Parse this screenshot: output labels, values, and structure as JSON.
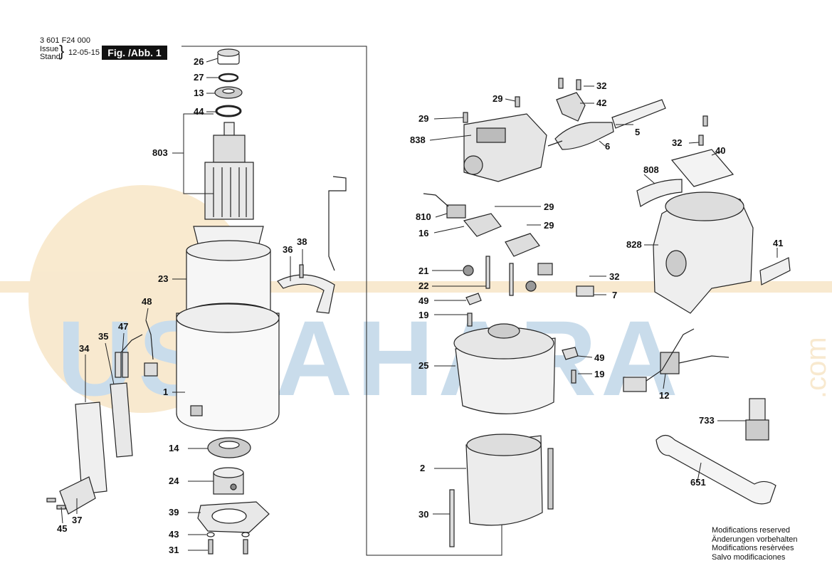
{
  "header": {
    "part_number": "3 601 F24 000",
    "issue_label": "Issue",
    "stand_label": "Stand",
    "issue_date": "12-05-15",
    "figure_label": "Fig. /Abb. 1"
  },
  "watermark": {
    "text": "USTAHARA",
    "suffix": ".com",
    "color_blue": "#9ec0dc",
    "color_orange": "#f4d8a8"
  },
  "labels": {
    "l26": "26",
    "l27": "27",
    "l13": "13",
    "l44": "44",
    "l803": "803",
    "l23": "23",
    "l36": "36",
    "l38": "38",
    "l48": "48",
    "l47": "47",
    "l35": "35",
    "l34": "34",
    "l1": "1",
    "l14": "14",
    "l24": "24",
    "l39": "39",
    "l43": "43",
    "l31": "31",
    "l45": "45",
    "l37": "37",
    "l29a": "29",
    "l32a": "32",
    "l42": "42",
    "l29b": "29",
    "l838": "838",
    "l5": "5",
    "l6": "6",
    "l32b": "32",
    "l40": "40",
    "l808": "808",
    "l810": "810",
    "l29c": "29",
    "l16": "16",
    "l29d": "29",
    "l21": "21",
    "l22": "22",
    "l49a": "49",
    "l19a": "19",
    "l32c": "32",
    "l7": "7",
    "l828": "828",
    "l41": "41",
    "l25": "25",
    "l49b": "49",
    "l19b": "19",
    "l12": "12",
    "l733": "733",
    "l2": "2",
    "l651": "651",
    "l30": "30"
  },
  "notes": [
    "Modifications reserved",
    "Änderungen vorbehalten",
    "Modifications resèrvées",
    "Salvo modificaciones"
  ]
}
